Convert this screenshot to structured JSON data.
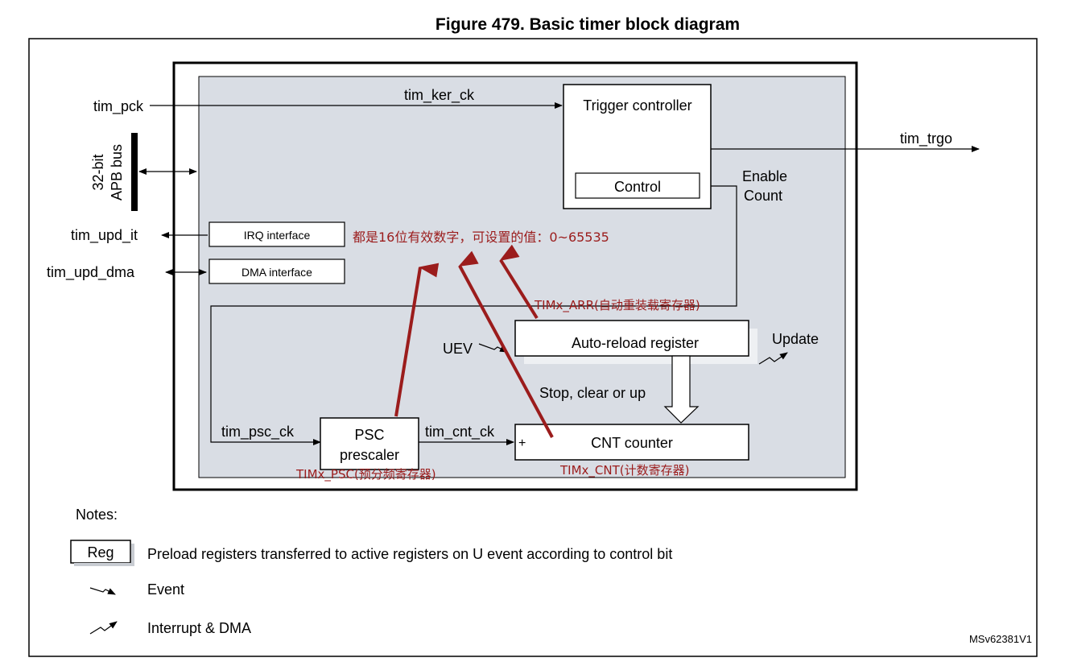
{
  "figure": {
    "title": "Figure 479. Basic timer block diagram",
    "id_code": "MSv62381V1"
  },
  "signals": {
    "tim_pck": "tim_pck",
    "tim_ker_ck": "tim_ker_ck",
    "tim_trgo": "tim_trgo",
    "apb_bus_line1": "32-bit",
    "apb_bus_line2": "APB bus",
    "tim_upd_it": "tim_upd_it",
    "tim_upd_dma": "tim_upd_dma",
    "enable": "Enable",
    "count": "Count",
    "uev": "UEV",
    "update": "Update",
    "stop_clear_up": "Stop, clear or up",
    "tim_psc_ck": "tim_psc_ck",
    "tim_cnt_ck": "tim_cnt_ck",
    "plus": "+"
  },
  "blocks": {
    "trigger_controller": "Trigger controller",
    "control": "Control",
    "irq_interface": "IRQ interface",
    "dma_interface": "DMA interface",
    "auto_reload": "Auto-reload register",
    "psc_line1": "PSC",
    "psc_line2": "prescaler",
    "cnt_counter": "CNT counter"
  },
  "annotations": {
    "note_16bit": "都是16位有效数字，可设置的值：0~65535",
    "arr_reg": "TIMx_ARR(自动重装载寄存器)",
    "psc_reg": "TIMx_PSC(预分频寄存器)",
    "cnt_reg": "TIMx_CNT(计数寄存器)",
    "color": "#9b1c1c"
  },
  "notes": {
    "heading": "Notes:",
    "reg_label": "Reg",
    "reg_desc": "Preload registers transferred to active registers on U event according to control bit",
    "event": "Event",
    "interrupt_dma": "Interrupt & DMA"
  },
  "colors": {
    "block_fill": "#d9dde4",
    "annotation": "#9b1c1c"
  }
}
